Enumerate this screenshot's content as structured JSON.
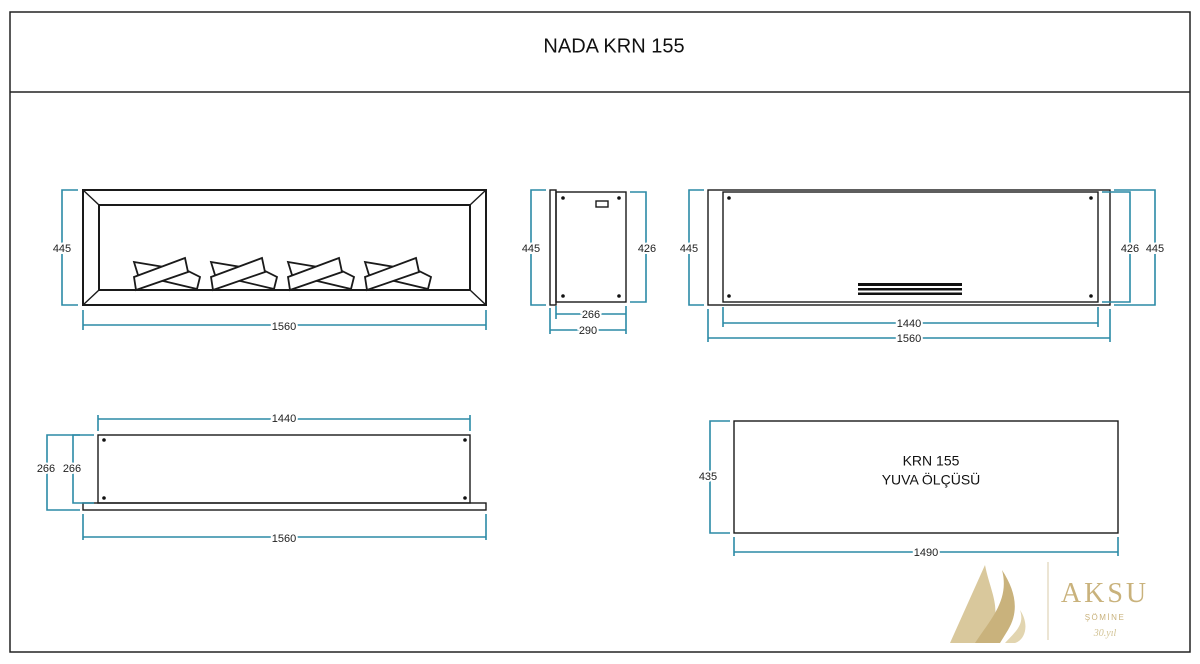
{
  "title": "NADA KRN 155",
  "front_view": {
    "height": "445",
    "width": "1560"
  },
  "side_view": {
    "height_outer": "445",
    "height_inner": "426",
    "depth_inner": "266",
    "depth_outer": "290"
  },
  "back_view": {
    "height_left": "445",
    "height_inner": "426",
    "height_right": "445",
    "width_inner": "1440",
    "width_outer": "1560"
  },
  "top_view": {
    "width_inner": "1440",
    "depth_outer": "266",
    "depth_inner": "266",
    "width_outer": "1560"
  },
  "niche": {
    "label_line1": "KRN 155",
    "label_line2": "YUVA  ÖLÇÜSÜ",
    "height": "435",
    "width": "1490"
  },
  "logo": {
    "brand": "AKSU",
    "sub": "ŞÖMİNE",
    "years": "30.yıl"
  },
  "colors": {
    "dimension": "#2b8aa6",
    "logo_gold": "#c9b27c"
  }
}
